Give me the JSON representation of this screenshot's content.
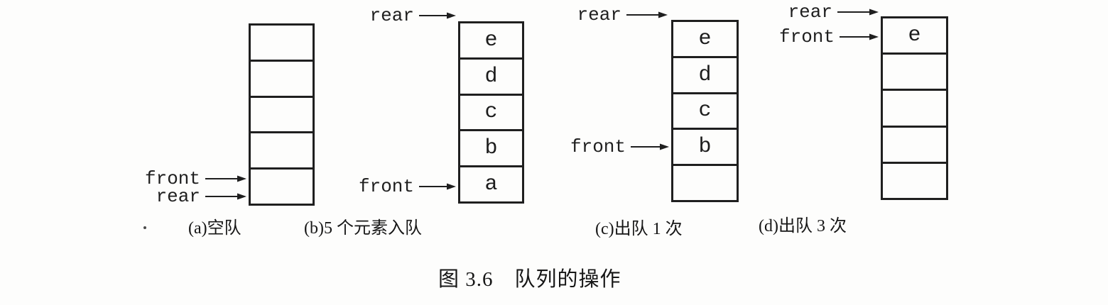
{
  "figure": {
    "caption": "图 3.6　队列的操作"
  },
  "colors": {
    "ink": "#1f1f1f",
    "background": "#fdfdfc"
  },
  "diagrams": [
    {
      "id": "a",
      "caption": "(a)空队",
      "cells": [
        "",
        "",
        "",
        "",
        ""
      ],
      "pointers": [
        {
          "label": "front",
          "points_to": "last-slot-top"
        },
        {
          "label": "rear",
          "points_to": "last-slot-bottom"
        }
      ]
    },
    {
      "id": "b",
      "caption": "(b)5 个元素入队",
      "cells": [
        "e",
        "d",
        "c",
        "b",
        "a"
      ],
      "pointers": [
        {
          "label": "rear",
          "points_to": "box-top"
        },
        {
          "label": "front",
          "points_to": "cell-a"
        }
      ]
    },
    {
      "id": "c",
      "caption": "(c)出队 1 次",
      "cells": [
        "e",
        "d",
        "c",
        "b",
        ""
      ],
      "pointers": [
        {
          "label": "rear",
          "points_to": "box-top"
        },
        {
          "label": "front",
          "points_to": "cell-b"
        }
      ]
    },
    {
      "id": "d",
      "caption": "(d)出队 3 次",
      "cells": [
        "e",
        "",
        "",
        "",
        ""
      ],
      "pointers": [
        {
          "label": "rear",
          "points_to": "box-top"
        },
        {
          "label": "front",
          "points_to": "cell-e"
        }
      ]
    }
  ]
}
